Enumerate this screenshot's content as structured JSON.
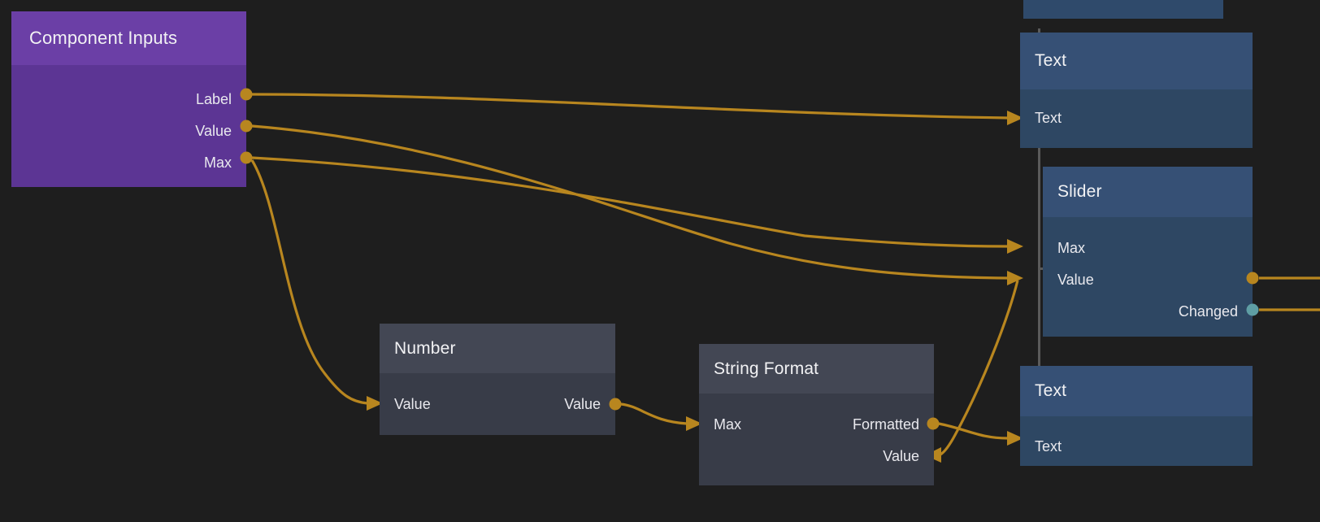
{
  "canvas": {
    "background": "#1e1e1e",
    "wire_color": "#b8861f",
    "event_port_color": "#5f9ea4"
  },
  "nodes": [
    {
      "id": "component-inputs",
      "title": "Component Inputs",
      "accent": "#6b3fa6",
      "body_color": "#5c3594",
      "inputs": [],
      "outputs": [
        {
          "label": "Label"
        },
        {
          "label": "Value"
        },
        {
          "label": "Max"
        }
      ]
    },
    {
      "id": "number",
      "title": "Number",
      "accent": "#434754",
      "body_color": "#383c48",
      "inputs": [
        {
          "label": "Value"
        }
      ],
      "outputs": [
        {
          "label": "Value"
        }
      ]
    },
    {
      "id": "string-format",
      "title": "String Format",
      "accent": "#434754",
      "body_color": "#383c48",
      "inputs": [
        {
          "label": "Max"
        },
        {
          "label": "Value"
        }
      ],
      "outputs": [
        {
          "label": "Formatted"
        }
      ]
    },
    {
      "id": "text-top",
      "title": "Text",
      "accent": "#365075",
      "body_color": "#2e4763",
      "inputs": [
        {
          "label": "Text"
        }
      ],
      "outputs": []
    },
    {
      "id": "slider",
      "title": "Slider",
      "accent": "#365075",
      "body_color": "#2e4763",
      "inputs": [
        {
          "label": "Max"
        },
        {
          "label": "Value"
        }
      ],
      "outputs": [
        {
          "label": ""
        },
        {
          "label": "Changed"
        }
      ]
    },
    {
      "id": "text-bottom",
      "title": "Text",
      "accent": "#365075",
      "body_color": "#2e4763",
      "inputs": [
        {
          "label": "Text"
        }
      ],
      "outputs": []
    }
  ],
  "labels": {
    "component_inputs_title": "Component Inputs",
    "component_inputs_out_label": "Label",
    "component_inputs_out_value": "Value",
    "component_inputs_out_max": "Max",
    "number_title": "Number",
    "number_in_value": "Value",
    "number_out_value": "Value",
    "strfmt_title": "String Format",
    "strfmt_in_max": "Max",
    "strfmt_out_formatted": "Formatted",
    "strfmt_io_value": "Value",
    "text_top_title": "Text",
    "text_top_in_text": "Text",
    "slider_title": "Slider",
    "slider_in_max": "Max",
    "slider_in_value": "Value",
    "slider_out_changed": "Changed",
    "text_bottom_title": "Text",
    "text_bottom_in_text": "Text"
  },
  "connections": [
    {
      "from": "component-inputs.Label",
      "to": "text-top.Text"
    },
    {
      "from": "component-inputs.Value",
      "to": "slider.Value"
    },
    {
      "from": "component-inputs.Max",
      "to": "slider.Max"
    },
    {
      "from": "component-inputs.Max",
      "to": "number.Value"
    },
    {
      "from": "number.Value",
      "to": "string-format.Max"
    },
    {
      "from": "string-format.Formatted",
      "to": "text-bottom.Text"
    },
    {
      "from": "slider.Value",
      "to": "string-format.Value"
    }
  ]
}
